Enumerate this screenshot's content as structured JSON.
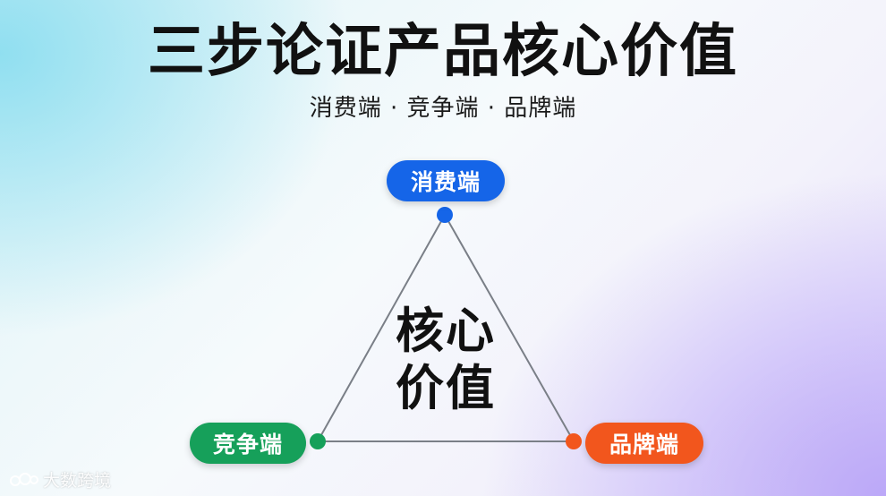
{
  "title": "三步论证产品核心价值",
  "subtitle": "消费端 · 竞争端 · 品牌端",
  "nodes": {
    "top": {
      "label": "消费端",
      "color": "#1565e8"
    },
    "left": {
      "label": "竞争端",
      "color": "#16a05a"
    },
    "right": {
      "label": "品牌端",
      "color": "#f2561d"
    }
  },
  "center": {
    "line1": "核心",
    "line2": "价值"
  },
  "line_color": "#7a7f87",
  "watermark": "大数跨境"
}
